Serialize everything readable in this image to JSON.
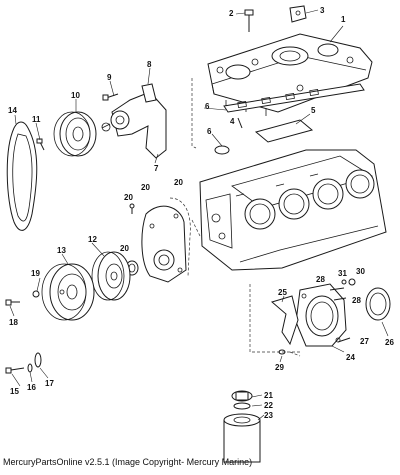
{
  "caption": "MercuryPartsOnline v2.5.1 (Image Copyright- Mercury Marine)",
  "callouts": {
    "c1": "1",
    "c2": "2",
    "c3": "3",
    "c4": "4",
    "c5": "5",
    "c6a": "6",
    "c6b": "6",
    "c7": "7",
    "c8": "8",
    "c9": "9",
    "c10": "10",
    "c11": "11",
    "c12": "12",
    "c13": "13",
    "c14": "14",
    "c15": "15",
    "c16": "16",
    "c17": "17",
    "c18": "18",
    "c19": "19",
    "c20a": "20",
    "c20b": "20",
    "c20c": "20",
    "c20d": "20",
    "c21": "21",
    "c22": "22",
    "c23": "23",
    "c24": "24",
    "c25": "25",
    "c26": "26",
    "c27": "27",
    "c28a": "28",
    "c28b": "28",
    "c29": "29",
    "c30": "30",
    "c31": "31"
  }
}
